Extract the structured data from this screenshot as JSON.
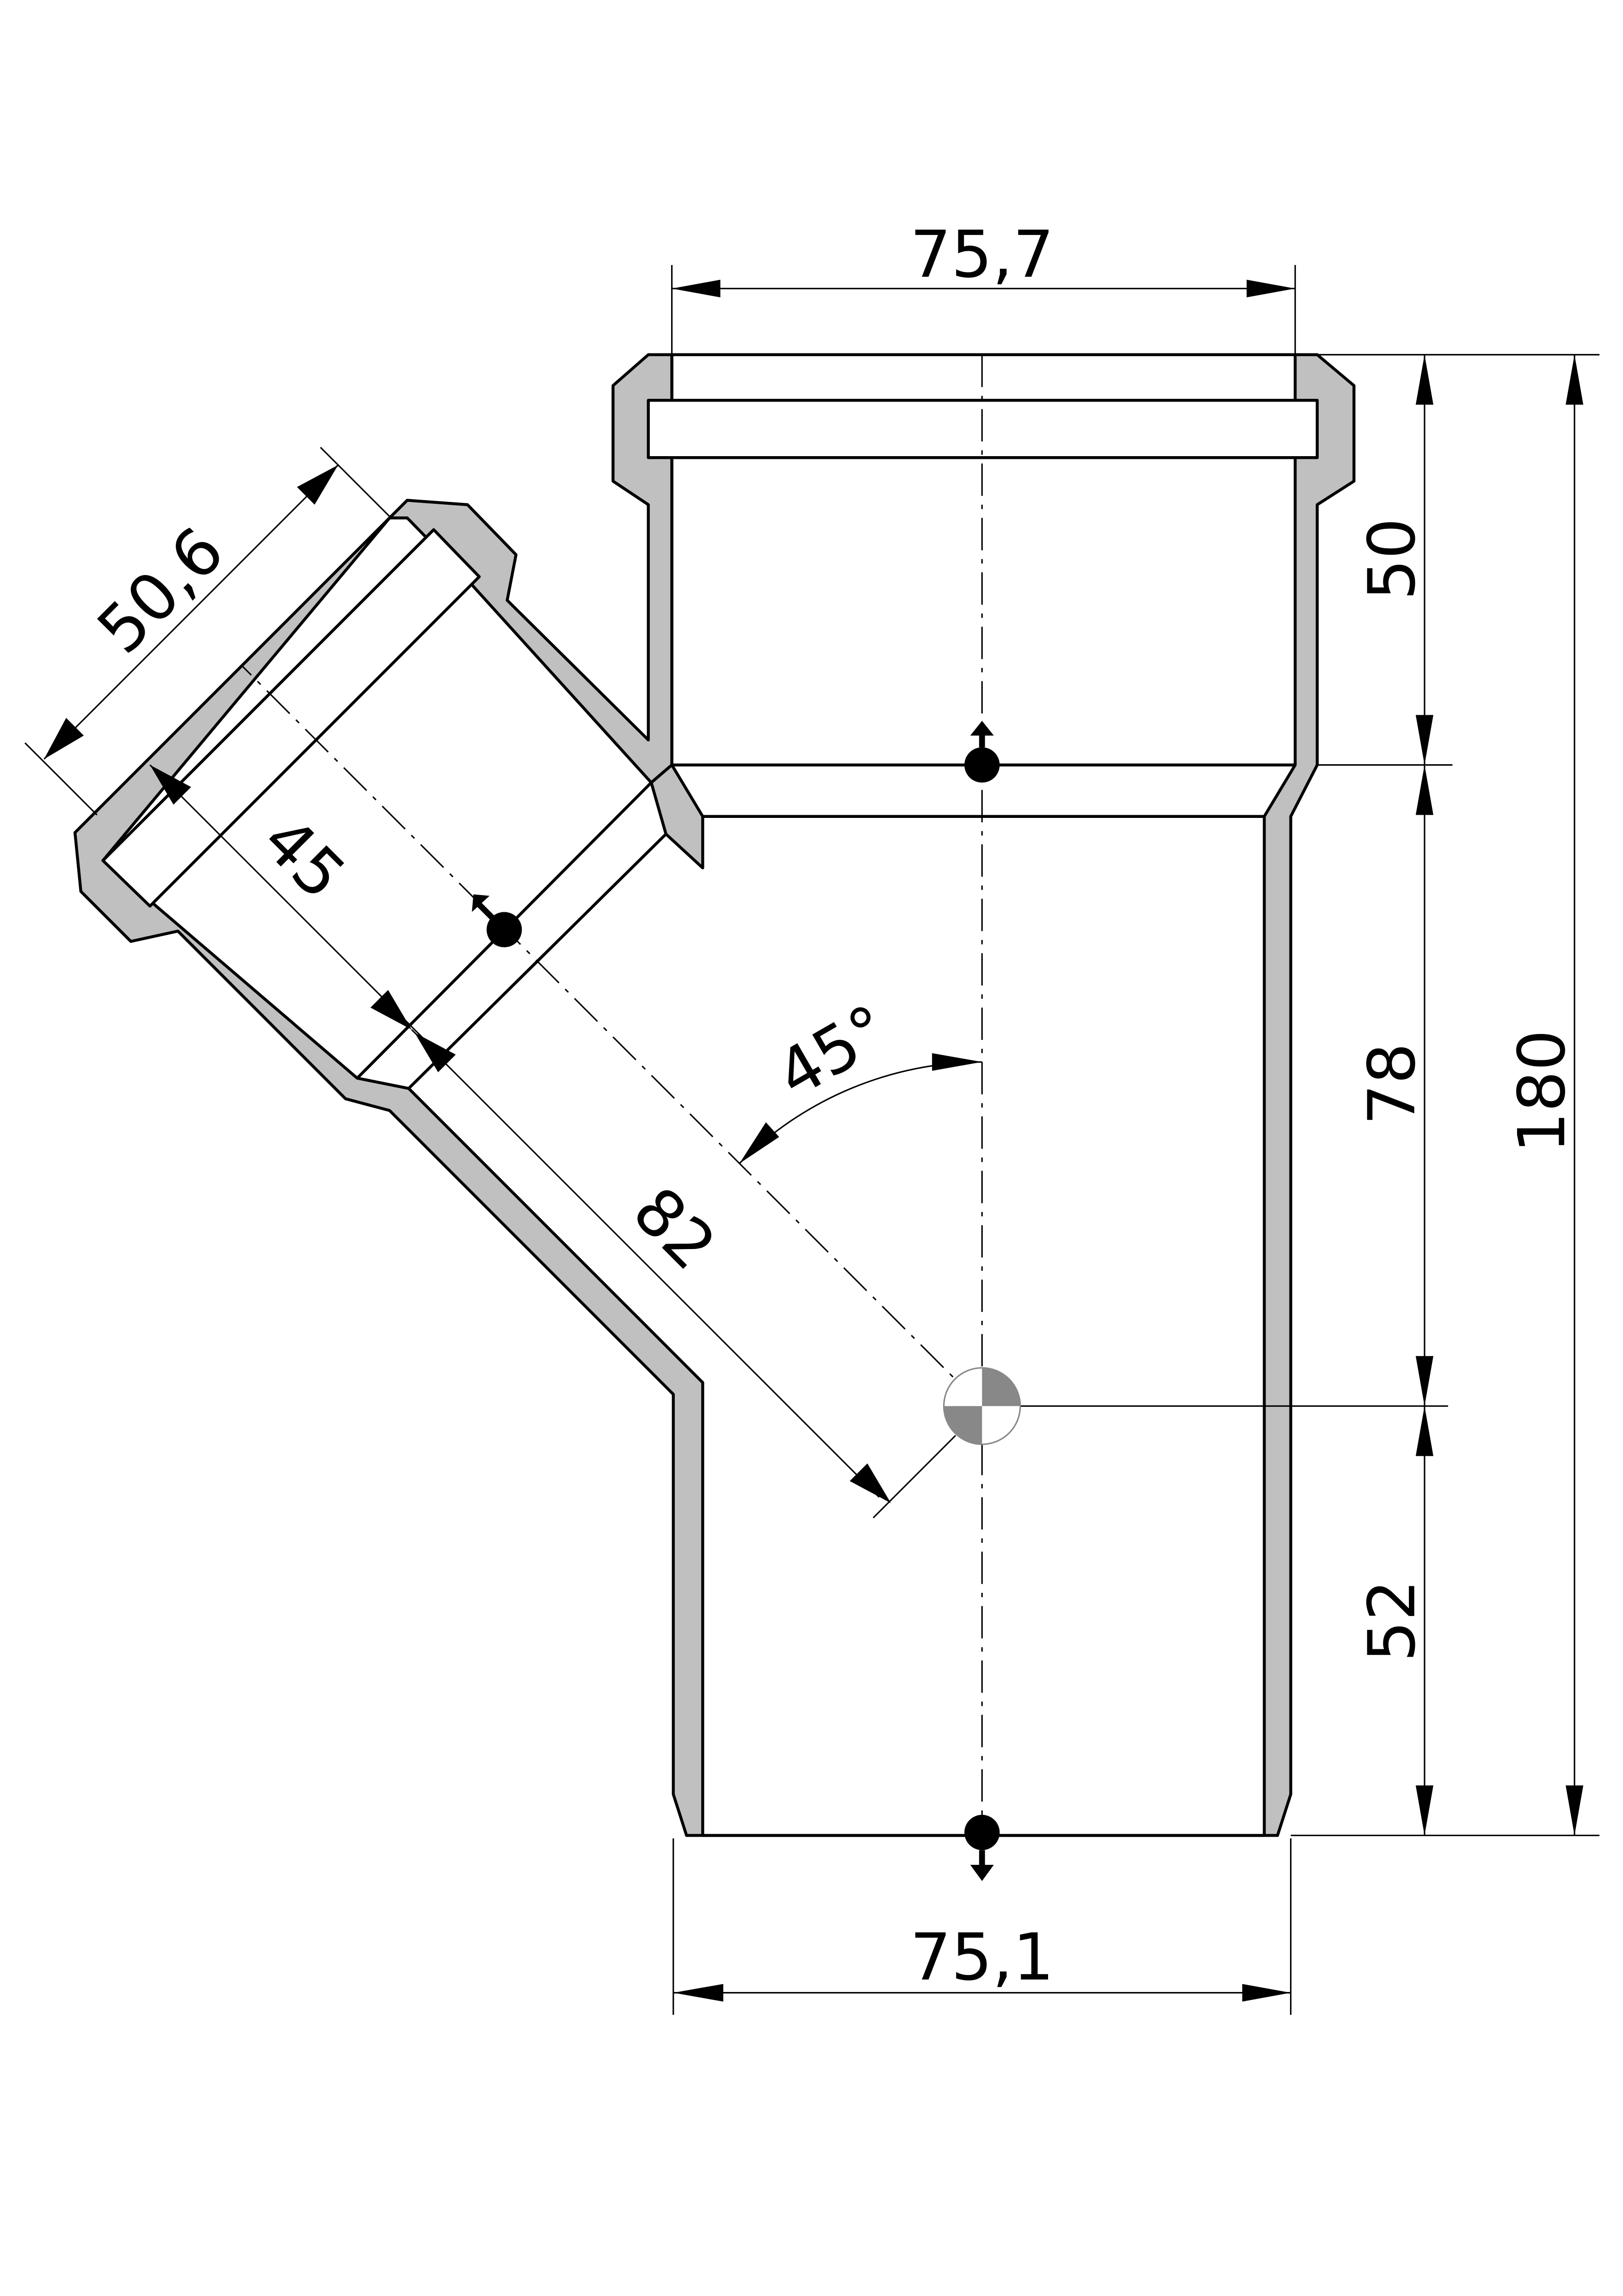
{
  "drawing": {
    "title": "45° branch fitting (Y-junction) dimensions",
    "colors": {
      "wall_fill": "#c0c0c0",
      "line": "#000000",
      "background": "#ffffff"
    },
    "dimensions": {
      "top_socket_diameter": "75,7",
      "bottom_spigot_diameter": "75,1",
      "top_socket_depth": "50",
      "middle_height": "78",
      "bottom_height": "52",
      "total_height": "180",
      "branch_socket_diameter": "50,6",
      "branch_socket_depth": "45",
      "branch_length": "82",
      "branch_angle": "45°"
    }
  }
}
